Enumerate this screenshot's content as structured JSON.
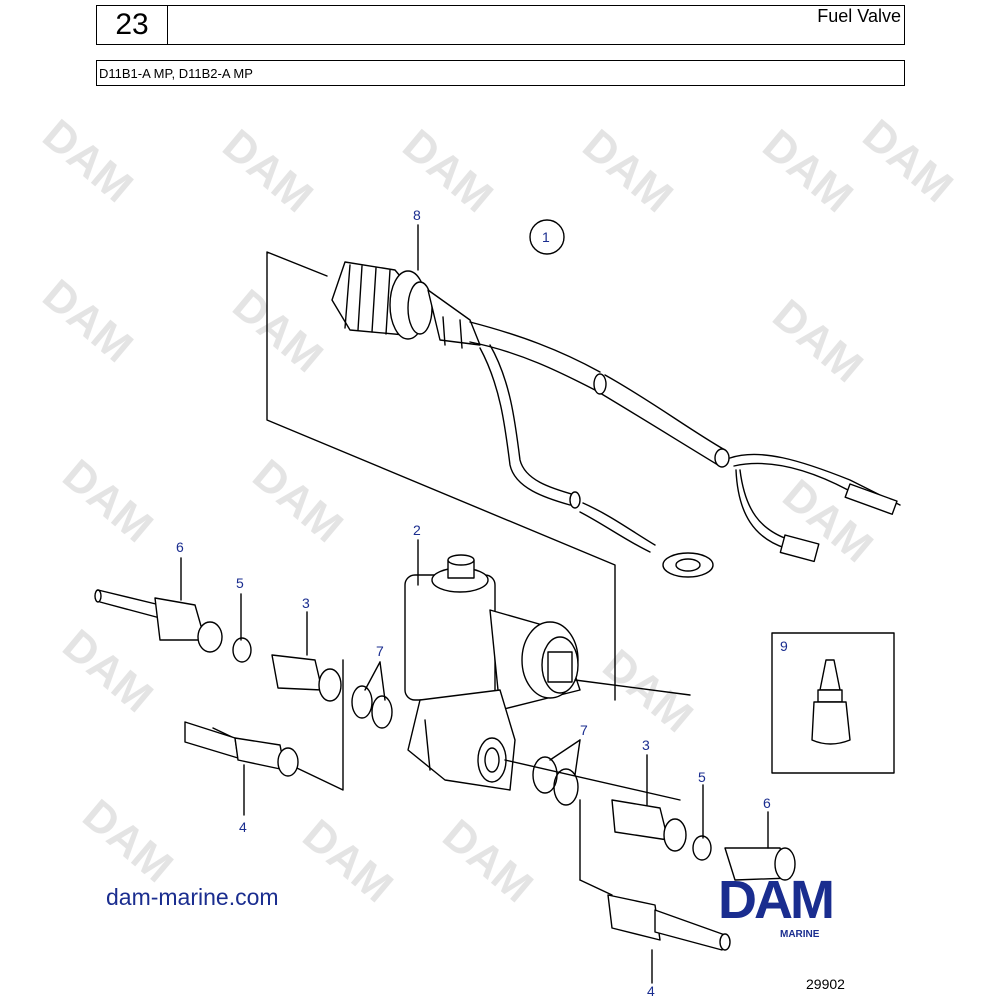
{
  "header": {
    "number": "23",
    "title": "Fuel Valve",
    "models": "D11B1-A MP, D11B2-A MP"
  },
  "watermark": "DAM",
  "callouts": {
    "c1": "1",
    "c2": "2",
    "c3a": "3",
    "c3b": "3",
    "c4a": "4",
    "c4b": "4",
    "c5a": "5",
    "c5b": "5",
    "c6a": "6",
    "c6b": "6",
    "c7a": "7",
    "c7b": "7",
    "c8": "8",
    "c9": "9"
  },
  "footer": {
    "website": "dam-marine.com",
    "logo_text": "DAM",
    "logo_sub": "MARINE",
    "drawing_number": "29902"
  },
  "colors": {
    "callout": "#1a2d8f",
    "logo": "#1a2d8f",
    "line": "#000000",
    "watermark": "#e4e4e4"
  }
}
